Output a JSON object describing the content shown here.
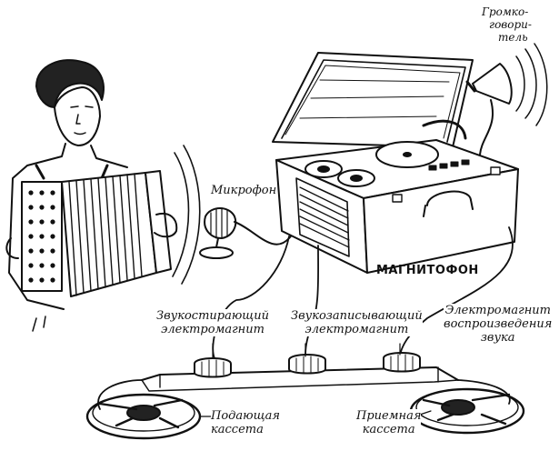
{
  "labels": {
    "speaker": [
      "Громко-",
      "говори-",
      "тель"
    ],
    "microphone": "Микрофон",
    "tape_recorder": "МАГНИТОФОН",
    "erase_magnet": [
      "Звукостирающий",
      "электромагнит"
    ],
    "record_magnet": [
      "Звукозаписывающий",
      "электромагнит"
    ],
    "play_magnet": [
      "Электромагнит",
      "воспроизведения",
      "звука"
    ],
    "supply_reel": [
      "Подающая",
      "кассета"
    ],
    "takeup_reel": [
      "Приемная",
      "кассета"
    ]
  },
  "colors": {
    "ink": "#111111",
    "paper": "#ffffff"
  }
}
